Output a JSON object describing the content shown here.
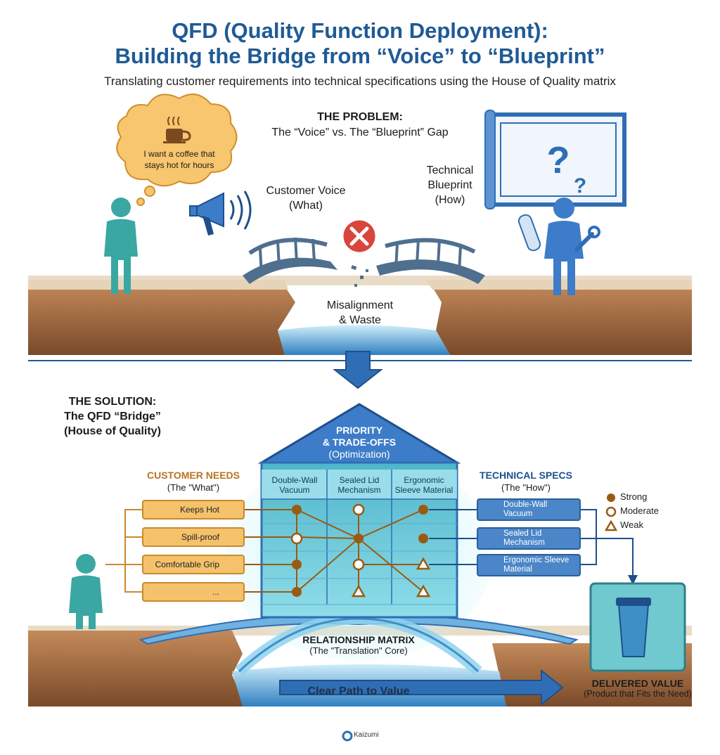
{
  "title_line1": "QFD (Quality Function Deployment):",
  "title_line2": "Building the Bridge from “Voice” to “Blueprint”",
  "subtitle": "Translating customer requirements into technical specifications using the House of Quality matrix",
  "problem": {
    "heading": "THE PROBLEM:",
    "subheading": "The “Voice” vs. The “Blueprint” Gap",
    "thought_line1": "I want a coffee that",
    "thought_line2": "stays hot for hours",
    "voice_line1": "Customer Voice",
    "voice_line2": "(What)",
    "blueprint_line1": "Technical",
    "blueprint_line2": "Blueprint",
    "blueprint_line3": "(How)",
    "gap_line1": "Misalignment",
    "gap_line2": "& Waste"
  },
  "solution": {
    "heading_line1": "THE SOLUTION:",
    "heading_line2": "The QFD “Bridge”",
    "heading_line3": "(House of Quality)",
    "roof_line1": "PRIORITY",
    "roof_line2": "& TRADE-OFFS",
    "roof_line3": "(Optimization)",
    "needs_heading": "CUSTOMER NEEDS",
    "needs_sub": "(The \"What\")",
    "specs_heading": "TECHNICAL SPECS",
    "specs_sub": "(The \"How\")",
    "matrix_label_line1": "RELATIONSHIP MATRIX",
    "matrix_label_line2": "(The \"Translation\" Core)",
    "path_label": "Clear Path to Value",
    "value_line1": "DELIVERED VALUE",
    "value_line2": "(Product that Fits the Need)"
  },
  "columns": [
    {
      "line1": "Double-Wall",
      "line2": "Vacuum"
    },
    {
      "line1": "Sealed Lid",
      "line2": "Mechanism"
    },
    {
      "line1": "Ergonomic",
      "line2": "Sleeve Material"
    }
  ],
  "needs": [
    {
      "label": "Keeps Hot",
      "icon": "flame-icon"
    },
    {
      "label": "Spill-proof",
      "icon": "drop-icon"
    },
    {
      "label": "Comfortable Grip",
      "icon": "hand-icon"
    },
    {
      "label": "...",
      "icon": "coffee-beans-icon"
    }
  ],
  "specs": [
    {
      "line1": "Double-Wall",
      "line2": "Vacuum",
      "icon": "thermos-icon"
    },
    {
      "line1": "Sealed Lid",
      "line2": "Mechanism",
      "icon": "lid-icon"
    },
    {
      "line1": "Ergonomic Sleeve",
      "line2": "Material",
      "icon": "wrench-icon"
    }
  ],
  "legend": {
    "strong": "Strong",
    "moderate": "Moderate",
    "weak": "Weak"
  },
  "logo_text": "Kaizumi",
  "colors": {
    "title": "#1f5a96",
    "need_fill": "#f5c26b",
    "spec_fill": "#4a86c8",
    "matrix_glow": "#8ee0ee",
    "relationship": "#9a5a12"
  }
}
